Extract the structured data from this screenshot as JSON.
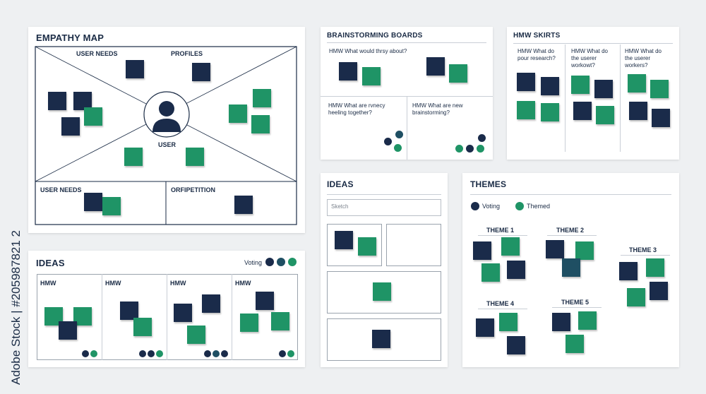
{
  "empathy_map": {
    "title": "EMPATHY MAP",
    "user_needs_top": "USER NEEDS",
    "profiles": "PROFILES",
    "user": "USER",
    "user_needs_bottom": "USER NEEDS",
    "competition": "ORFIPETITION"
  },
  "ideas_bottom": {
    "title": "IDEAS",
    "voting_label": "Voting",
    "columns": [
      "HMW",
      "HMW",
      "HMW",
      "HMW"
    ]
  },
  "brainstorming": {
    "title": "BRAINSTORMING BOARDS",
    "q1": "HMW What would thrsy about?",
    "q2": "HMW What are rvnecy heeling together?",
    "q3": "HMW What are new brainstorming?"
  },
  "hmw_skirts": {
    "title": "HMW SKIRTS",
    "col1": "HMW What do pour research?",
    "col2": "HMW What do the userer workowt?",
    "col3": "HMW What do the userer workers?"
  },
  "ideas_middle": {
    "title": "IDEAS",
    "sketch_placeholder": "Sketch"
  },
  "themes": {
    "title": "THEMES",
    "legend_voting": "Voting",
    "legend_themed": "Themed",
    "theme1": "THEME 1",
    "theme2": "THEME 2",
    "theme3": "THEME 3",
    "theme4": "THEME 4",
    "theme5": "THEME 5"
  },
  "watermark": "Adobe Stock | #205987821 2",
  "colors": {
    "navy": "#1a2b4a",
    "green": "#1f9466",
    "teal": "#1f4f63"
  }
}
